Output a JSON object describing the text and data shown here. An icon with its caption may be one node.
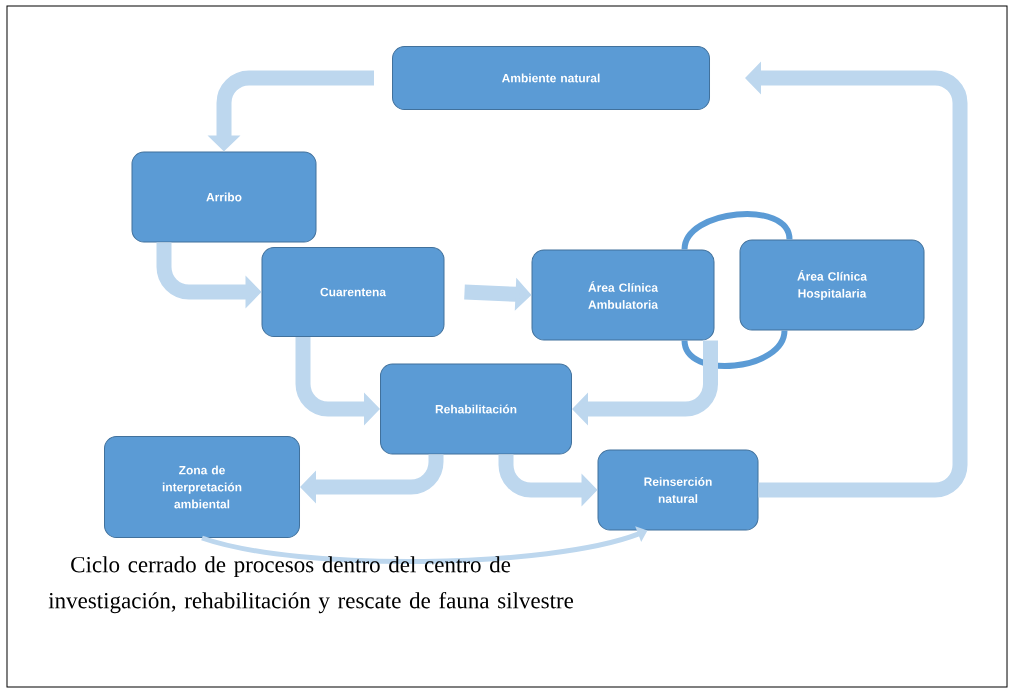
{
  "diagram": {
    "caption": "Ciclo cerrado de procesos dentro del centro de investigación, rehabilitación y rescate de fauna silvestre",
    "nodes": [
      {
        "text": [
          "Ambiente natural"
        ]
      },
      {
        "text": [
          "Arribo"
        ]
      },
      {
        "text": [
          "Cuarentena"
        ]
      },
      {
        "text": [
          "Área Clínica Ambulatoria"
        ]
      },
      {
        "text": [
          "Área Clínica Hospitalaria"
        ]
      },
      {
        "text": [
          "Rehabilitación"
        ]
      },
      {
        "text": [
          "Zona de interpretación ambiental"
        ]
      },
      {
        "text": [
          "Reinserción natural"
        ]
      }
    ],
    "edges": [
      {
        "from": 0,
        "to": 1,
        "arrow": "to"
      },
      {
        "from": 1,
        "to": 2,
        "arrow": "to"
      },
      {
        "from": 2,
        "to": 3,
        "arrow": "to"
      },
      {
        "from": 3,
        "to": 4,
        "arrow": "none",
        "color": "#5b9bd5"
      },
      {
        "from": 3,
        "to": 4,
        "arrow": "none",
        "color": "#5b9bd5"
      },
      {
        "from": 2,
        "to": 5,
        "arrow": "to"
      },
      {
        "from": 3,
        "to": 5,
        "arrow": "to"
      },
      {
        "from": 5,
        "to": 6,
        "arrow": "to"
      },
      {
        "from": 5,
        "to": 7,
        "arrow": "to"
      },
      {
        "from": 7,
        "to": 0,
        "arrow": "to"
      },
      {
        "from": 6,
        "to": 7,
        "arrow": "to"
      }
    ]
  }
}
